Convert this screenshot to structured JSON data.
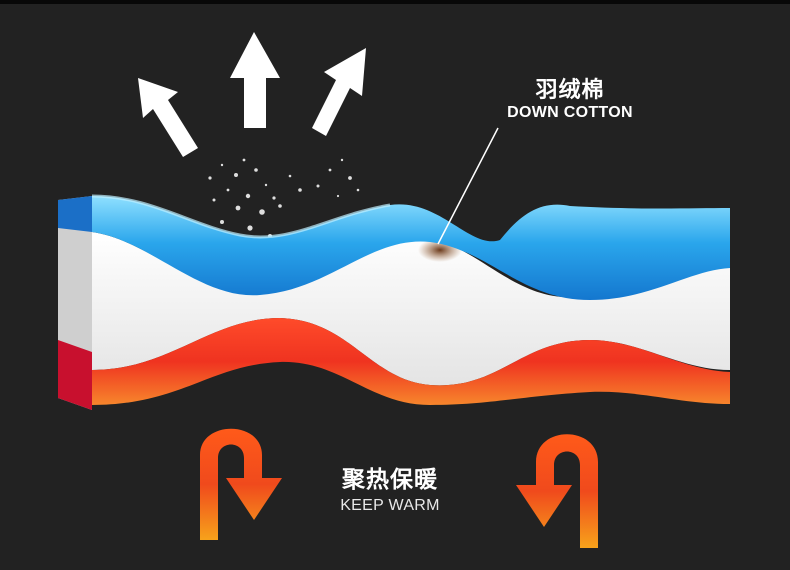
{
  "callout_top": {
    "title_cn": "羽绒棉",
    "title_en": "DOWN COTTON"
  },
  "callout_bottom": {
    "title_cn": "聚热保暖",
    "title_en": "KEEP WARM"
  },
  "colors": {
    "background": "#222222",
    "blue_layer": "#1c8fe0",
    "blue_highlight": "#62c6f4",
    "white_fill": "#f2f2f2",
    "red_layer": "#e8321e",
    "orange_layer": "#f7782a",
    "arrow_white": "#ffffff",
    "arrow_orange": "#ff6a1a"
  },
  "icons": [
    "arrow-up-white",
    "u-turn-arrow-orange",
    "water-splash"
  ]
}
